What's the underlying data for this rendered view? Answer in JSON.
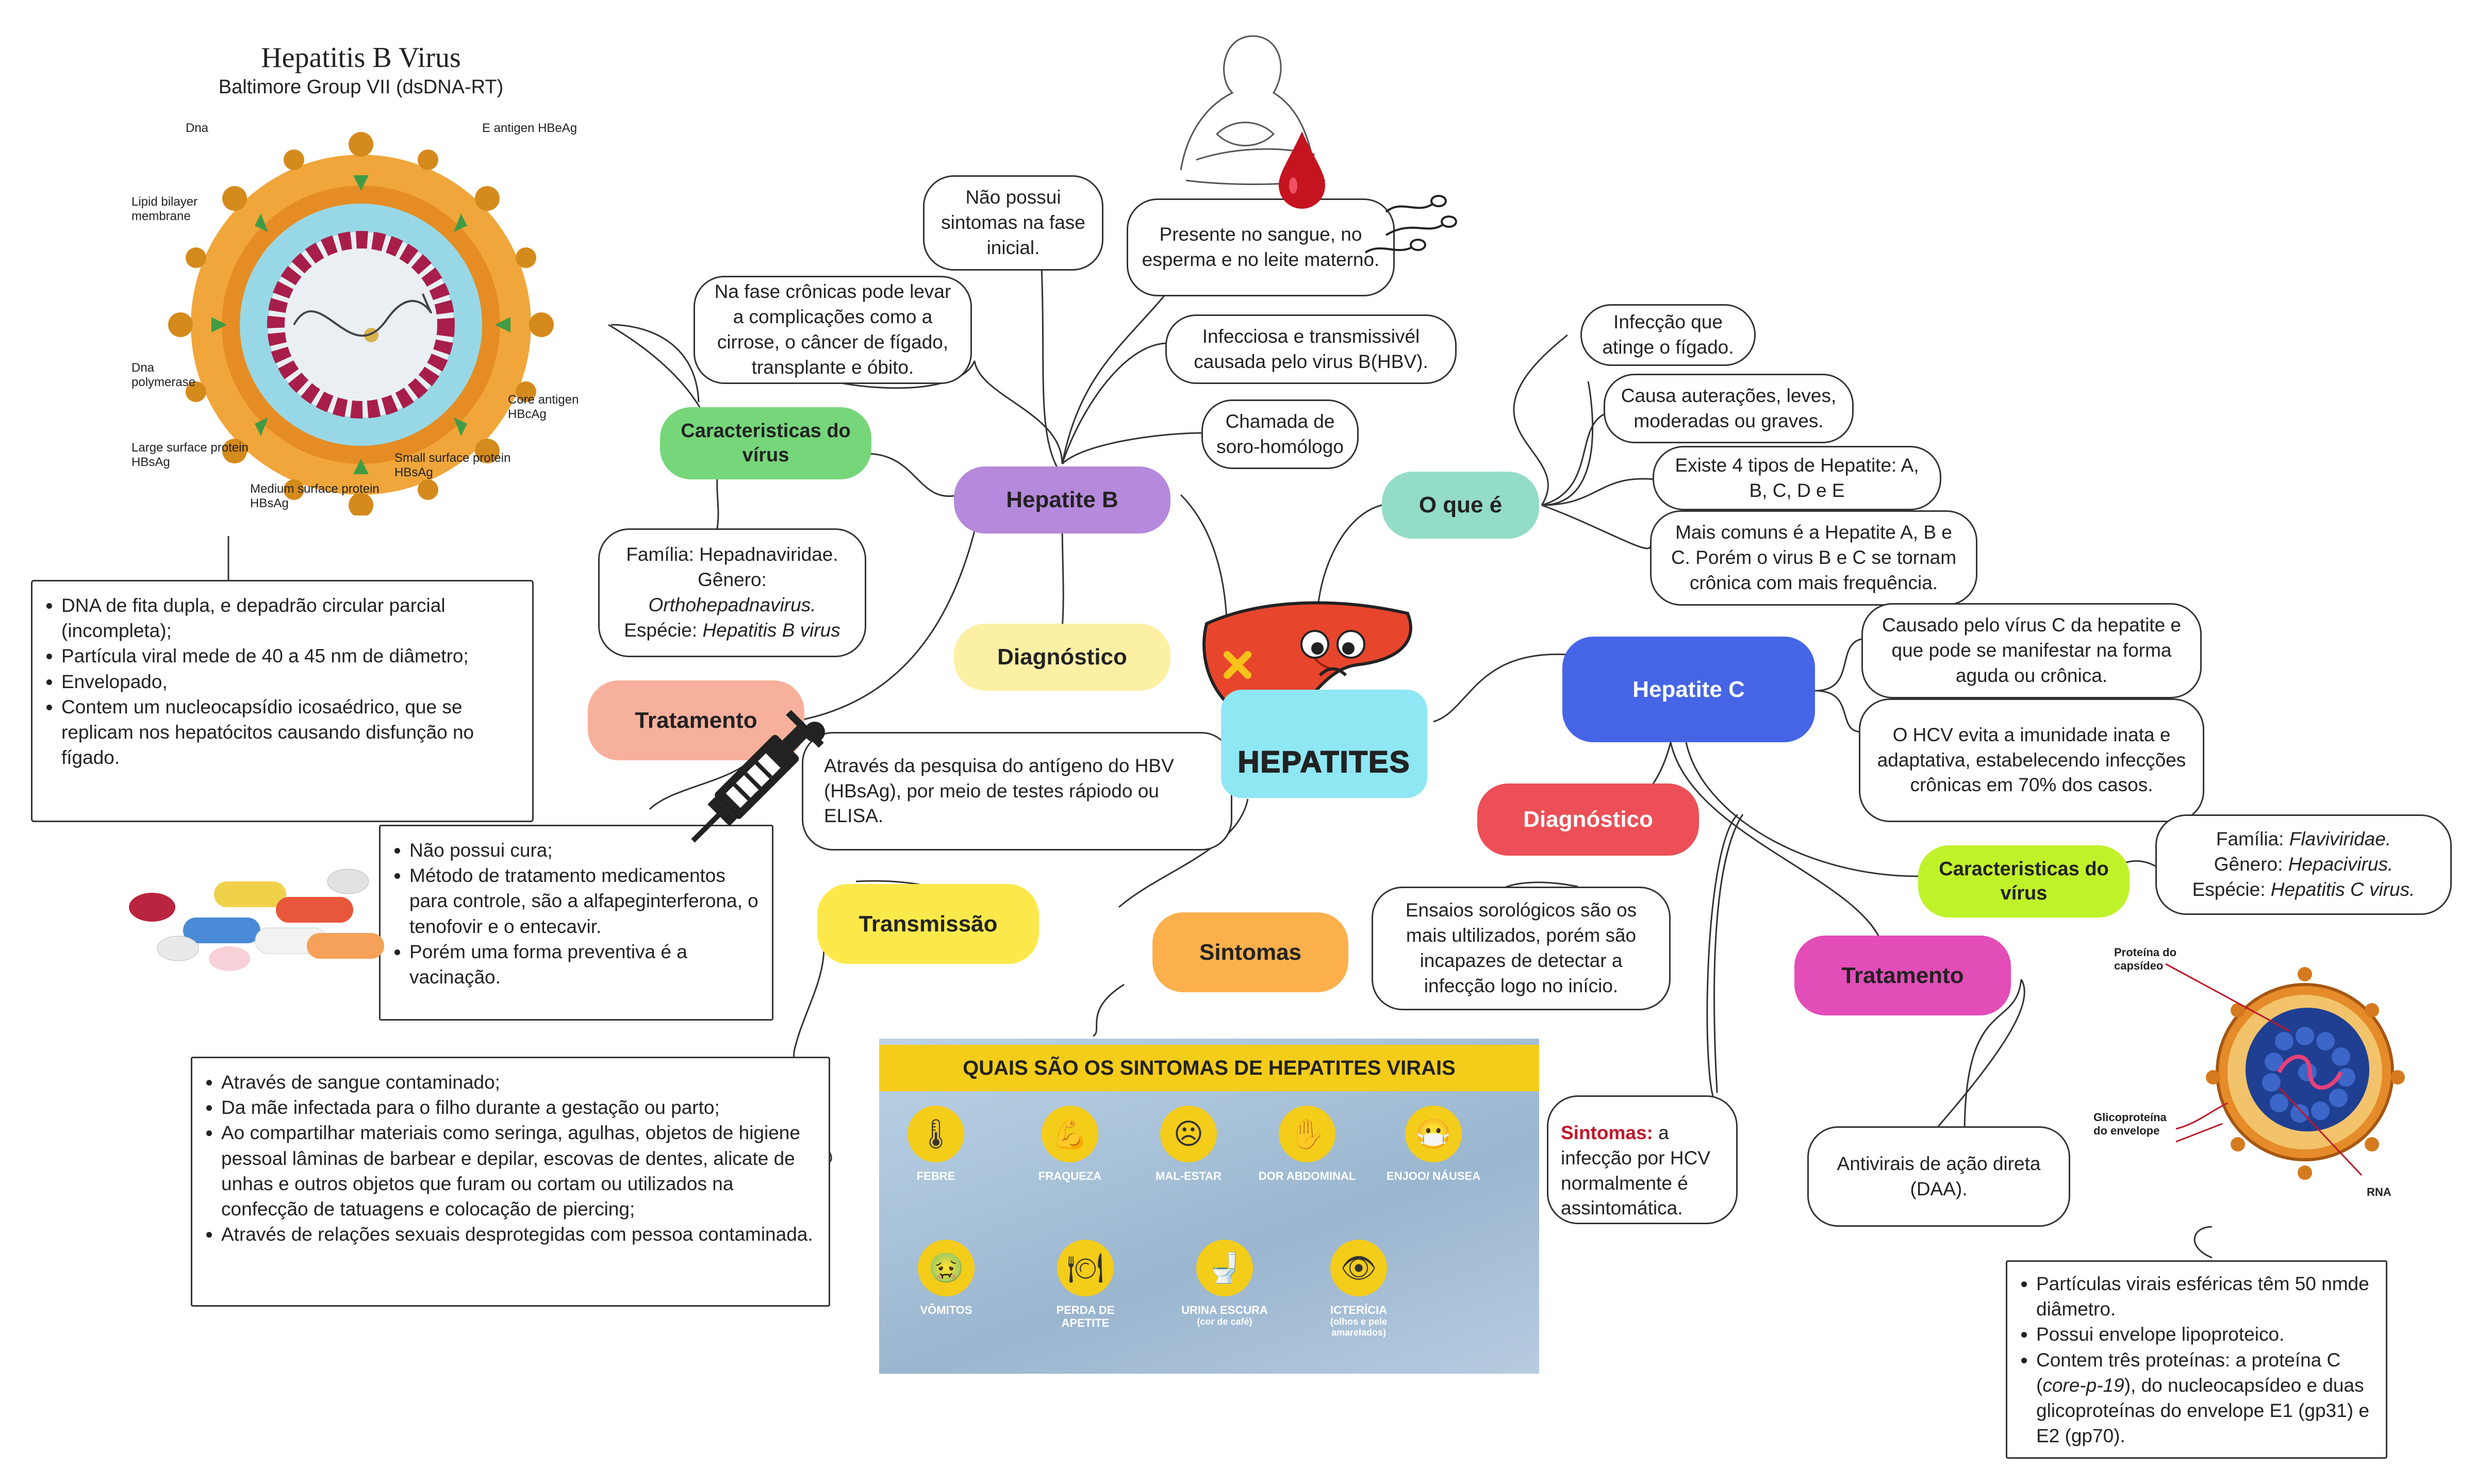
{
  "center": {
    "title": "HEPATITES"
  },
  "hbv_figure": {
    "title": "Hepatitis B Virus",
    "subtitle": "Baltimore Group VII (dsDNA-RT)",
    "labels": {
      "dna": "Dna",
      "e_antigen": "E antigen HBeAg",
      "lipid": "Lipid bilayer\nmembrane",
      "polymerase": "Dna\npolymerase",
      "core_antigen": "Core antigen\nHBcAg",
      "large": "Large surface protein\nHBsAg",
      "small": "Small surface protein\nHBsAg",
      "medium": "Medium surface protein\nHBsAg"
    }
  },
  "hepatite_b": {
    "title": "Hepatite B",
    "sem_sintomas": "Não possui sintomas na fase inicial.",
    "fase_cronica": "Na fase crônicas pode levar a complicações como a cirrose, o câncer de fígado, transplante e óbito.",
    "presente": "Presente no sangue, no esperma e no leite materno.",
    "infecciosa": "Infecciosa e transmissivél causada pelo virus B(HBV).",
    "chamada": "Chamada de soro-homólogo",
    "caracteristicas_title": "Caracteristicas do vírus",
    "familia": "Família: Hepadnaviridae.",
    "genero_label": "Gênero:",
    "genero": "Orthohepadnavirus.",
    "especie_label": "Espécie:",
    "especie": "Hepatitis  B virus",
    "caracteristicas_list": [
      "DNA de fita dupla, e depadrão circular parcial (incompleta);",
      "Partícula viral mede de 40 a 45 nm de diâmetro;",
      "Envelopado,",
      "Contem um nucleocapsídio icosaédrico, que se replicam nos hepatócitos causando disfunção no fígado."
    ],
    "diagnostico_title": "Diagnóstico",
    "diagnostico": "Através da pesquisa do antígeno do HBV (HBsAg), por meio de testes rápiodo ou  ELISA.",
    "tratamento_title": "Tratamento",
    "tratamento_list": [
      "Não possui cura;",
      "Método de tratamento medicamentos para controle, são a alfapeginterferona, o tenofovir e o entecavir.",
      "Porém uma forma preventiva é a vacinação."
    ]
  },
  "transmissao": {
    "title": "Transmissão",
    "list": [
      "Através de sangue contaminado;",
      "Da mãe infectada para o filho durante a gestação ou parto;",
      "Ao compartilhar materiais como seringa, agulhas, objetos de higiene pessoal lâminas de barbear e depilar, escovas de dentes, alicate de unhas e outros objetos que furam ou cortam ou utilizados na confecção de tatuagens e colocação de piercing;",
      "Através de relações sexuais desprotegidas com pessoa contaminada."
    ]
  },
  "sintomas": {
    "title": "Sintomas",
    "poster_title": "QUAIS SÃO OS SINTOMAS DE HEPATITES VIRAIS",
    "items": [
      "FEBRE",
      "FRAQUEZA",
      "MAL-ESTAR",
      "DOR ABDOMINAL",
      "ENJOO/ NÁUSEA",
      "VÔMITOS",
      "PERDA DE APETITE",
      "URINA ESCURA",
      "ICTERÍCIA"
    ],
    "urina_sub": "(cor de café)",
    "ictericia_sub": "(olhos e pele amarelados)"
  },
  "o_que_e": {
    "title": "O que é",
    "items": [
      "Infecção que atinge o fígado.",
      "Causa auterações, leves, moderadas ou graves.",
      "Existe 4 tipos de Hepatite: A, B, C, D e E",
      "Mais comuns é a Hepatite A, B e C. Porém o virus B e C se tornam crônica com mais frequência."
    ]
  },
  "hepatite_c": {
    "title": "Hepatite C",
    "causado": "Causado pelo vírus C da hepatite e que pode se manifestar na forma aguda ou crônica.",
    "hcv": "O HCV  evita a imunidade inata e adaptativa, estabelecendo infecções crônicas em 70% dos casos.",
    "diagnostico_title": "Diagnóstico",
    "diagnostico": "Ensaios sorológicos são os mais ultilizados, porém são incapazes de detectar a infecção logo no início.",
    "sintomas_label": "Sintomas:",
    "sintomas": "a infecção por HCV normalmente é assintomática.",
    "tratamento_title": "Tratamento",
    "tratamento": "Antivirais de ação direta (DAA).",
    "caracteristicas_title": "Caracteristicas do vírus",
    "familia_label": "Família:",
    "familia": "Flaviviridae.",
    "genero_label": "Gênero:",
    "genero": "Hepacivirus.",
    "especie_label": "Espécie:",
    "especie": "Hepatitis C virus.",
    "figure_labels": {
      "capsid": "Proteína do\ncapsídeo",
      "glico": "Glicoproteína\ndo envelope",
      "rna": "RNA"
    },
    "caracteristicas_list_pre": "Contem três proteínas: a proteína C (",
    "caracteristicas_list": [
      "Partículas virais esféricas têm 50 nmde diâmetro.",
      "Possui envelope lipoproteico."
    ],
    "core": "core-p-19",
    "caracteristicas_list_post": "), do nucleocapsídeo e duas glicoproteínas do envelope E1 (gp31) e E2 (gp70)."
  },
  "colors": {
    "hep_b": "#b589db",
    "carac_b": "#76d67a",
    "diag_b": "#fcf0a4",
    "trat_b": "#f7b09b",
    "transm": "#fbe94c",
    "sintomas": "#fbb04c",
    "o_que_e": "#93dcc8",
    "hep_c": "#4565e6",
    "diag_c": "#ec4f57",
    "trat_c": "#e24db8",
    "carac_c": "#c0f22a",
    "center": "#8fe7f4"
  }
}
